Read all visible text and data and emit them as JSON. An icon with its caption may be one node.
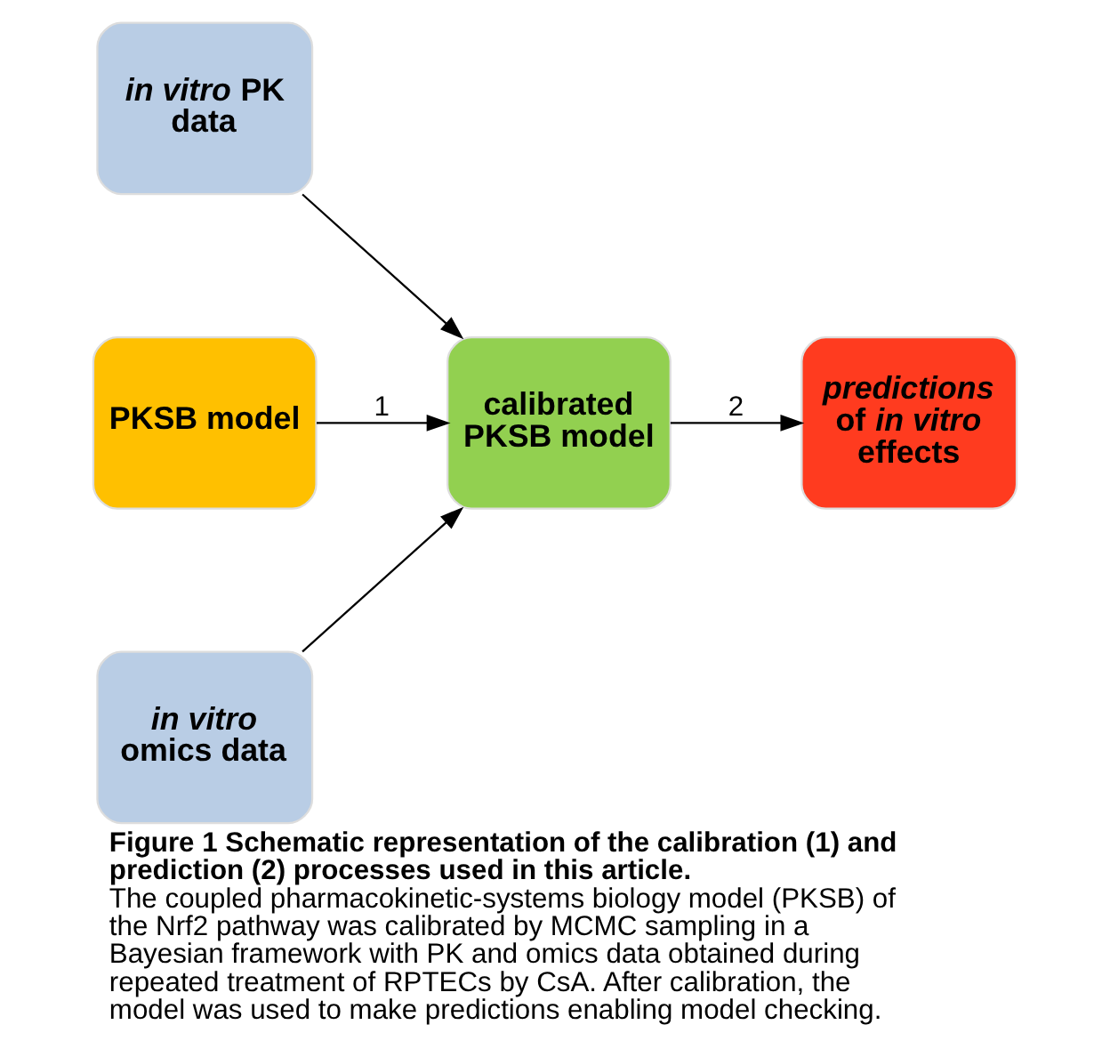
{
  "diagram": {
    "caption": "**Figure 1 Schematic representation of the calibration (1) and prediction (2) processes used in this article.** The coupled pharmacokinetic-systems biology model (PKSB) of the Nrf2 pathway was calibrated by MCMC sampling in a Bayesian framework with PK and omics data obtained during repeated treatment of RPTECs by CsA. After calibration, the model was used to make predictions enabling model checking.",
    "nodes": [
      {
        "text": [
          "*in vitro* PK data"
        ]
      },
      {
        "text": [
          "PKSB model"
        ]
      },
      {
        "text": [
          "calibrated PKSB model"
        ]
      },
      {
        "text": [
          "*predictions* of *in vitro* effects"
        ]
      },
      {
        "text": [
          "*in vitro* omics data"
        ]
      }
    ],
    "edges": [
      {
        "from": 0,
        "to": 2,
        "arrow": "to"
      },
      {
        "from": 1,
        "to": 2,
        "arrow": "to",
        "label": "1"
      },
      {
        "from": 4,
        "to": 2,
        "arrow": "to"
      },
      {
        "from": 2,
        "to": 3,
        "arrow": "to",
        "label": "2"
      }
    ]
  }
}
